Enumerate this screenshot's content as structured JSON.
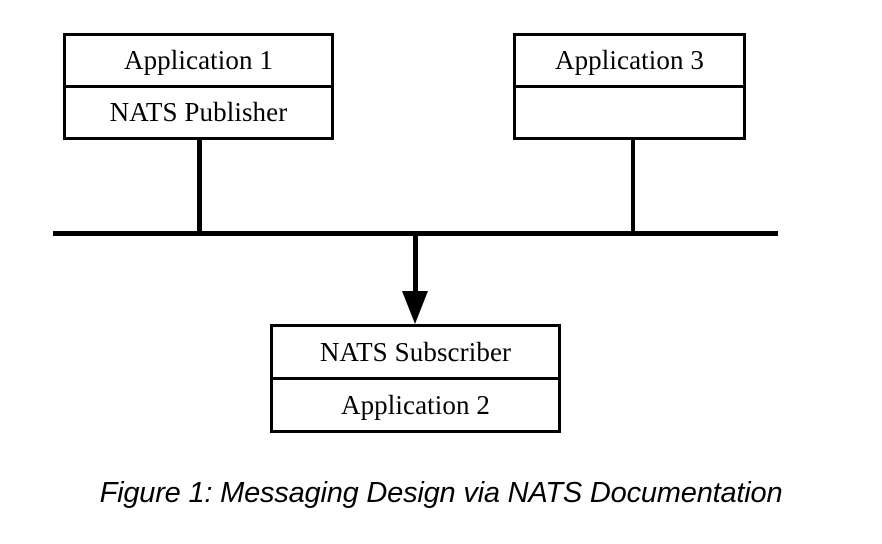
{
  "figure": {
    "caption": "Figure 1: Messaging Design via NATS Documentation",
    "background_color": "#ffffff",
    "stroke_color": "#000000"
  },
  "diagram": {
    "type": "messaging-bus-diagram",
    "bus": {
      "name": "nats-message-bus",
      "label": ""
    },
    "nodes": [
      {
        "id": "application-1",
        "top_label": "Application 1",
        "bottom_label": "NATS Publisher",
        "connector": "plain-line"
      },
      {
        "id": "application-3",
        "top_label": "Application 3",
        "bottom_label": "",
        "connector": "plain-line"
      },
      {
        "id": "application-2",
        "top_label": "NATS Subscriber",
        "bottom_label": "Application 2",
        "connector": "arrow-from-bus"
      }
    ]
  }
}
